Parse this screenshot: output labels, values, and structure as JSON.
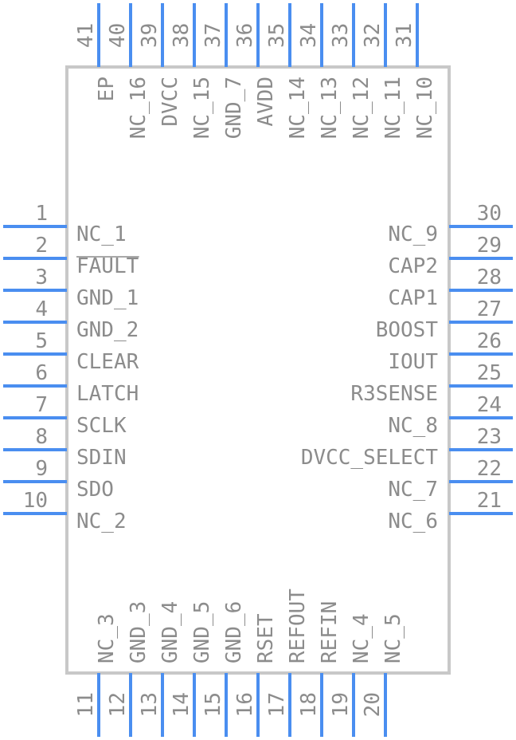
{
  "left_pins": [
    {
      "num": "1",
      "label": "NC_1",
      "overbar": false
    },
    {
      "num": "2",
      "label": "FAULT",
      "overbar": true
    },
    {
      "num": "3",
      "label": "GND_1",
      "overbar": false
    },
    {
      "num": "4",
      "label": "GND_2",
      "overbar": false
    },
    {
      "num": "5",
      "label": "CLEAR",
      "overbar": false
    },
    {
      "num": "6",
      "label": "LATCH",
      "overbar": false
    },
    {
      "num": "7",
      "label": "SCLK",
      "overbar": false
    },
    {
      "num": "8",
      "label": "SDIN",
      "overbar": false
    },
    {
      "num": "9",
      "label": "SDO",
      "overbar": false
    },
    {
      "num": "10",
      "label": "NC_2",
      "overbar": false
    }
  ],
  "right_pins": [
    {
      "num": "30",
      "label": "NC_9",
      "overbar": false
    },
    {
      "num": "29",
      "label": "CAP2",
      "overbar": false
    },
    {
      "num": "28",
      "label": "CAP1",
      "overbar": false
    },
    {
      "num": "27",
      "label": "BOOST",
      "overbar": false
    },
    {
      "num": "26",
      "label": "IOUT",
      "overbar": false
    },
    {
      "num": "25",
      "label": "R3SENSE",
      "overbar": false
    },
    {
      "num": "24",
      "label": "NC_8",
      "overbar": false
    },
    {
      "num": "23",
      "label": "DVCC_SELECT",
      "overbar": false
    },
    {
      "num": "22",
      "label": "NC_7",
      "overbar": false
    },
    {
      "num": "21",
      "label": "NC_6",
      "overbar": false
    }
  ],
  "bottom_pins": [
    {
      "num": "11",
      "label": "NC_3",
      "overbar": false
    },
    {
      "num": "12",
      "label": "GND_3",
      "overbar": false
    },
    {
      "num": "13",
      "label": "GND_4",
      "overbar": false
    },
    {
      "num": "14",
      "label": "GND_5",
      "overbar": false
    },
    {
      "num": "15",
      "label": "GND_6",
      "overbar": false
    },
    {
      "num": "16",
      "label": "RSET",
      "overbar": false
    },
    {
      "num": "17",
      "label": "REFOUT",
      "overbar": false
    },
    {
      "num": "18",
      "label": "REFIN",
      "overbar": false
    },
    {
      "num": "19",
      "label": "NC_4",
      "overbar": false
    },
    {
      "num": "20",
      "label": "NC_5",
      "overbar": false
    }
  ],
  "top_pins": [
    {
      "num": "41",
      "label": "EP",
      "overbar": false
    },
    {
      "num": "40",
      "label": "NC_16",
      "overbar": false
    },
    {
      "num": "39",
      "label": "DVCC",
      "overbar": false
    },
    {
      "num": "38",
      "label": "NC_15",
      "overbar": false
    },
    {
      "num": "37",
      "label": "GND_7",
      "overbar": false
    },
    {
      "num": "36",
      "label": "AVDD",
      "overbar": false
    },
    {
      "num": "35",
      "label": "NC_14",
      "overbar": false
    },
    {
      "num": "34",
      "label": "NC_13",
      "overbar": false
    },
    {
      "num": "33",
      "label": "NC_12",
      "overbar": false
    },
    {
      "num": "32",
      "label": "NC_11",
      "overbar": false
    },
    {
      "num": "31",
      "label": "NC_10",
      "overbar": false
    }
  ],
  "colors": {
    "pin": "#4a8ef0",
    "body": "#c8c8c8",
    "text": "#8c8c8c"
  }
}
